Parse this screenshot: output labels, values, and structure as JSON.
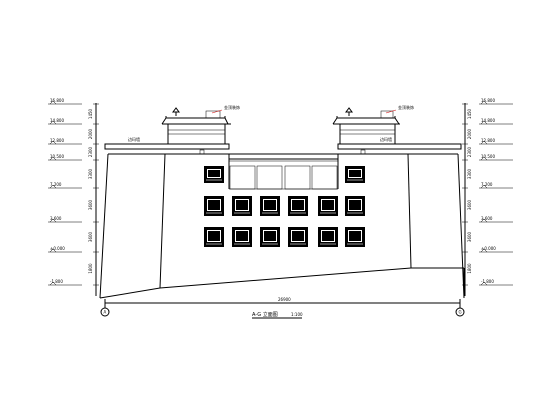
{
  "title": {
    "axis_start": "A",
    "axis_end": "G",
    "label": "A-G 立面图",
    "scale": "1:100"
  },
  "overall_width": "26900",
  "left_levels": [
    {
      "elev": "16.800"
    },
    {
      "elev": "14.800"
    },
    {
      "elev": "12.800"
    },
    {
      "elev": "10.500"
    },
    {
      "elev": "7.200"
    },
    {
      "elev": "3.600"
    },
    {
      "elev": "±0.000"
    },
    {
      "elev": "-1.800"
    }
  ],
  "right_levels": [
    {
      "elev": "16.800"
    },
    {
      "elev": "14.800"
    },
    {
      "elev": "12.800"
    },
    {
      "elev": "10.500"
    },
    {
      "elev": "7.200"
    },
    {
      "elev": "3.600"
    },
    {
      "elev": "±0.000"
    },
    {
      "elev": "-1.800"
    }
  ],
  "left_dims": [
    "1450",
    "2000",
    "2300",
    "3300",
    "3600",
    "3600",
    "1800"
  ],
  "right_dims": [
    "1450",
    "2000",
    "2300",
    "3300",
    "3600",
    "3600",
    "1800"
  ],
  "roof_notes": {
    "left_tower": "金顶装饰",
    "right_tower": "金顶装饰",
    "left_parapet": "边玛墙",
    "right_parapet": "边玛墙"
  }
}
